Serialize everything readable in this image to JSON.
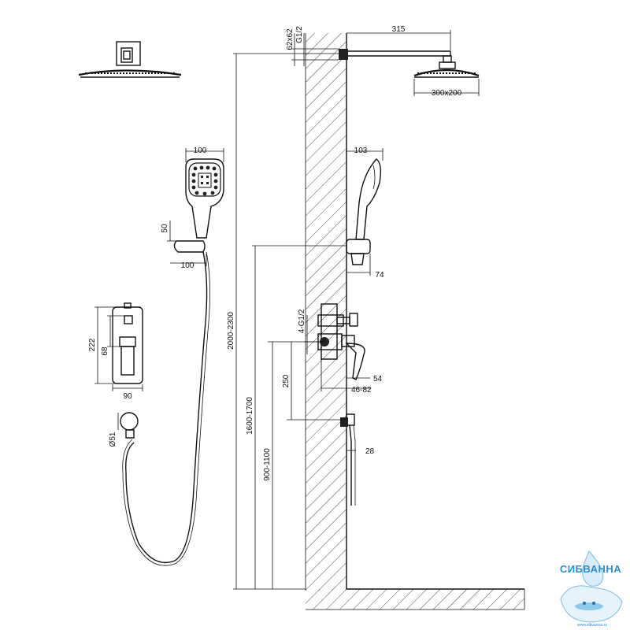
{
  "dimensions": {
    "square_flange": "62x62",
    "wall_thread": "G1/2",
    "arm_length": "315",
    "head_size": "300x200",
    "handshower_width_front": "100",
    "handshower_width_side": "103",
    "holder_height": "50",
    "holder_width": "100",
    "holder_projection": "74",
    "mixer_height": "222",
    "mixer_inner": "68",
    "mixer_width": "90",
    "mixer_connections": "4-G1/2",
    "mixer_depth_min": "54",
    "mixer_depth_range": "46-82",
    "outlet_spacing": "250",
    "outlet_diameter": "Ø51",
    "outlet_projection": "28",
    "total_height": "2000-2300",
    "holder_height_range": "1600-1700",
    "mixer_height_range": "900-1100"
  },
  "watermark": {
    "brand": "СИБВАННА",
    "url": "www.sibvanna.ru"
  }
}
